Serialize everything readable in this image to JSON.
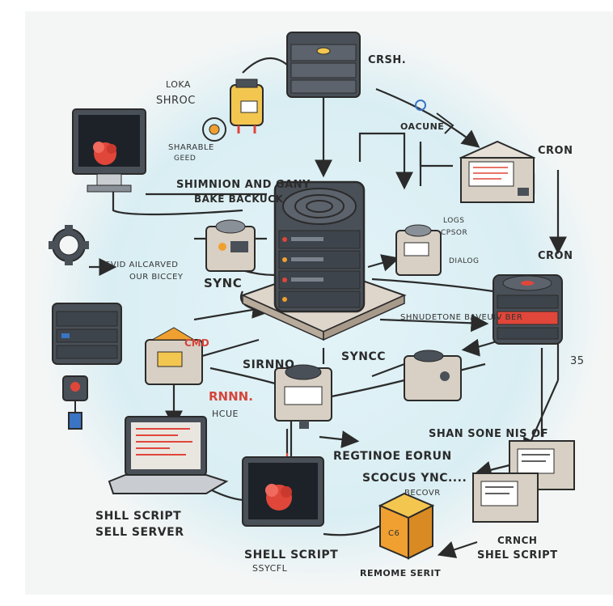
{
  "labels": {
    "crsh": "CRSH.",
    "loka": "LOKA",
    "shroc": "SHROC",
    "cron_top": "CRON",
    "cron_mid": "CRON",
    "number_35": "35",
    "shareable": "SHARABLE",
    "sheared": "GEED",
    "oacume": "OACUNE",
    "shimnion": "SHIMNION AND GANY",
    "bake_backuck": "BAKE BACKUCK",
    "lors": "LOGS",
    "cpsor": "CPSOR",
    "dialog": "DIALOG",
    "svid": "SVID AILCARVED",
    "our_biccey": "OUR BICCEY",
    "sync_left": "SYNC",
    "shnudetone": "SHNUDETONE BAVEUIV BER",
    "cmd": "CMD",
    "sirnno": "SIRNNO",
    "syncc": "SYNCC",
    "rnnn": "RNNN.",
    "hcue": "HCUE",
    "regtinoe": "REGTINOE EORUN",
    "shan_sone": "SHAN SONE NIS OF",
    "scocus": "SCOCUS YNC....",
    "becovr": "BECOVR",
    "shell_script_left": "SHLL SCRIPT",
    "sell_server": "SELL SERVER",
    "shell_script_mid": "SHELL SCRIPT",
    "ssycfl": "SSYCFL",
    "remome_serit": "REMOME SERIT",
    "crnch": "CRNCH",
    "shel_script_right": "SHEL SCRIPT",
    "box_tag": "C6"
  },
  "colors": {
    "background_glow": "#d8eef4",
    "server_dark": "#4a5058",
    "server_light": "#c9cdd2",
    "accent_red": "#e0463a",
    "accent_orange": "#f0a030",
    "accent_yellow": "#f3c650",
    "line": "#2b2b2b"
  }
}
